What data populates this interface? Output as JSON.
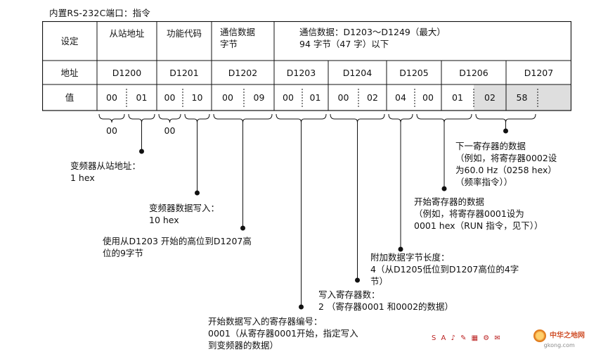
{
  "heading": "内置RS-232C端口：指令",
  "table": {
    "row_labels": [
      "设定",
      "地址",
      "值"
    ],
    "settings": [
      "从站地址",
      "功能代码",
      "通信数据\n字节",
      "通信数据：D1203～D1249（最大）\n94 字节（47 字）以下"
    ],
    "addresses": [
      "D1200",
      "D1201",
      "D1202",
      "D1203",
      "D1204",
      "D1205",
      "D1206",
      "D1207"
    ],
    "values": [
      "00",
      "01",
      "00",
      "10",
      "00",
      "09",
      "00",
      "01",
      "00",
      "02",
      "04",
      "00",
      "01",
      "02",
      "58",
      ""
    ]
  },
  "sub_values": [
    "00",
    "00"
  ],
  "annotations": [
    "变频器从站地址：\n1 hex",
    "变频器数据写入：\n10 hex",
    "使用从D1203 开始的高位到D1207高\n位的9字节",
    "开始数据写入的寄存器编号：\n 0001（从寄存器0001开始，指定写入\n到变频器的数据）",
    "写入寄存器数：\n 2 （寄存器0001 和0002的数据）",
    "附加数据字节长度：\n4（从D1205低位到D1207高位的4字\n节）",
    "开始寄存器的数据\n （例如，将寄存器0001设为\n0001 hex（RUN 指令，见下））",
    "下一寄存器的数据\n （例如，将寄存器0002设\n为60.0 Hz（0258 hex）\n （频率指令））"
  ],
  "watermark": {
    "main": "中华之地网",
    "sub": "gkong.com"
  },
  "colors": {
    "line": "#111111",
    "shaded": "#dedede"
  }
}
